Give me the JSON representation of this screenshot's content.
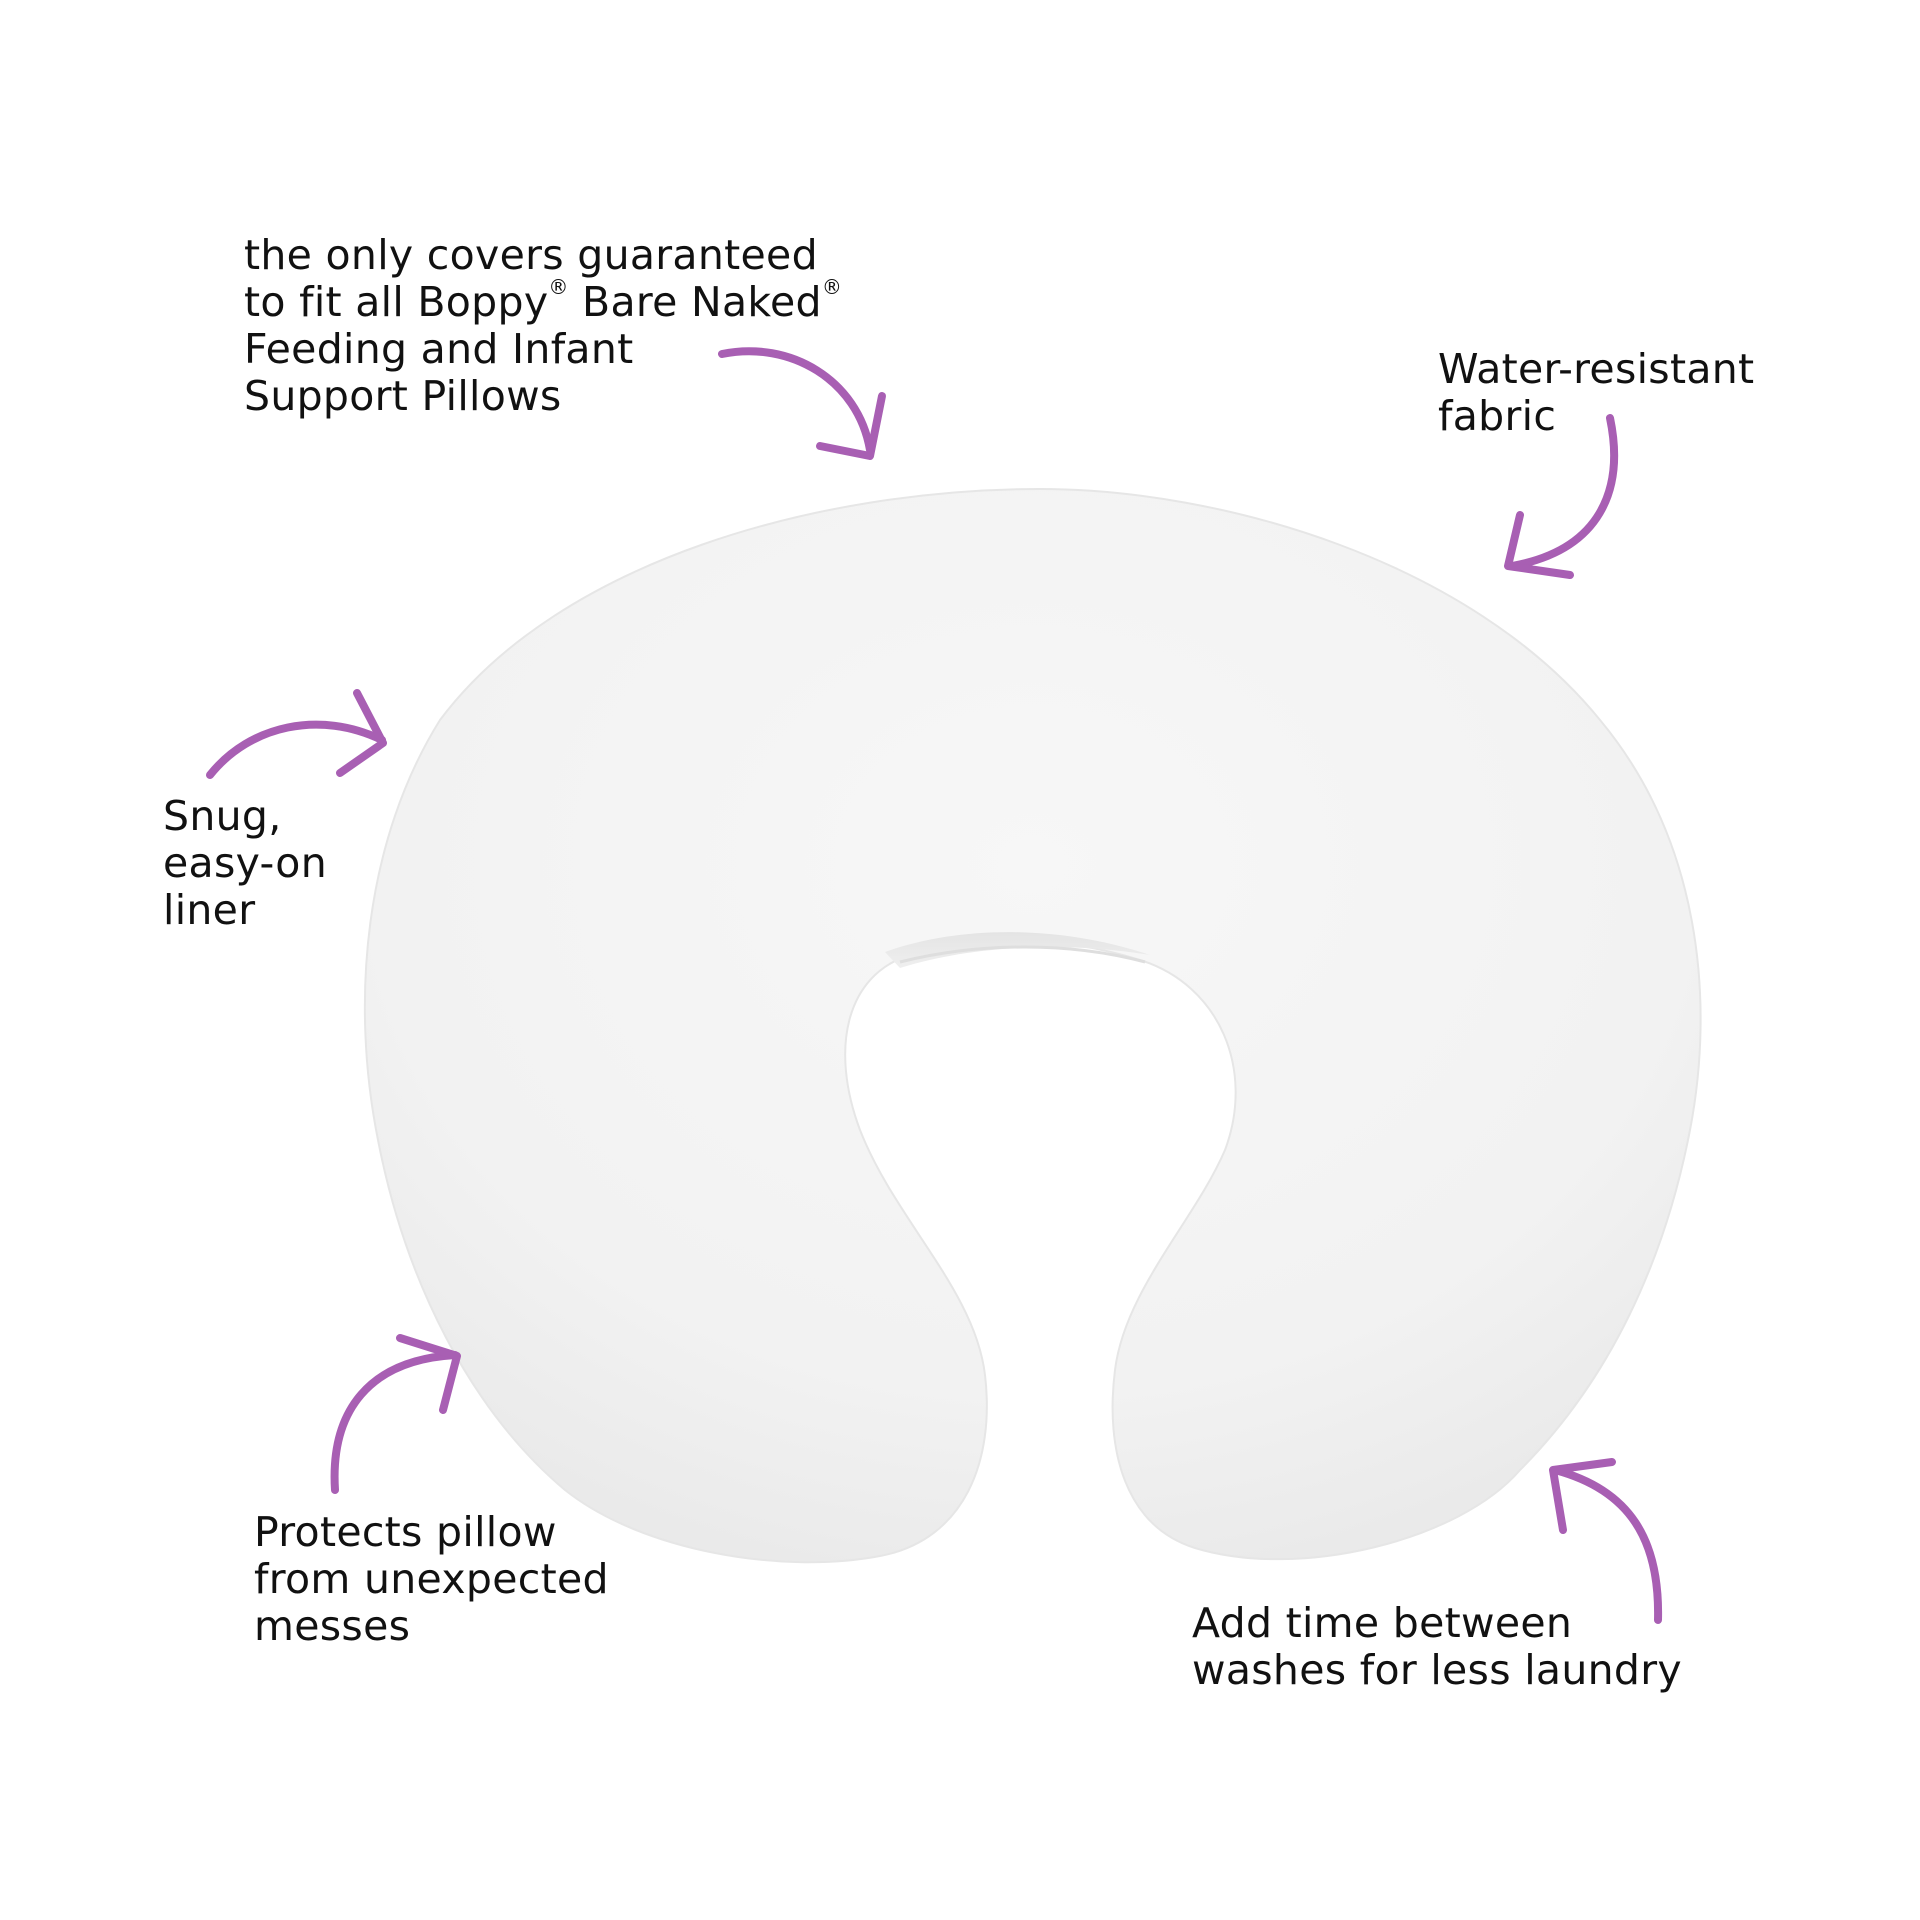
{
  "colors": {
    "accent_arrow": "#a85fb3",
    "text": "#111111",
    "background": "#ffffff",
    "pillow": "#f3f3f3"
  },
  "callouts": {
    "covers": {
      "line1": "the only covers guaranteed",
      "line2_a": "to fit all Boppy",
      "line2_reg1": "®",
      "line2_b": " Bare Naked",
      "line2_reg2": "®",
      "line3": "Feeding and Infant",
      "line4": "Support Pillows"
    },
    "water": {
      "line1": "Water-resistant",
      "line2": "fabric"
    },
    "snug": {
      "line1": "Snug,",
      "line2": "easy-on",
      "line3": "liner"
    },
    "protects": {
      "line1": "Protects pillow",
      "line2": "from unexpected",
      "line3": "messes"
    },
    "washes": {
      "line1": "Add time between",
      "line2": "washes for less laundry"
    }
  },
  "icons": [
    "curved-arrow-icon"
  ]
}
